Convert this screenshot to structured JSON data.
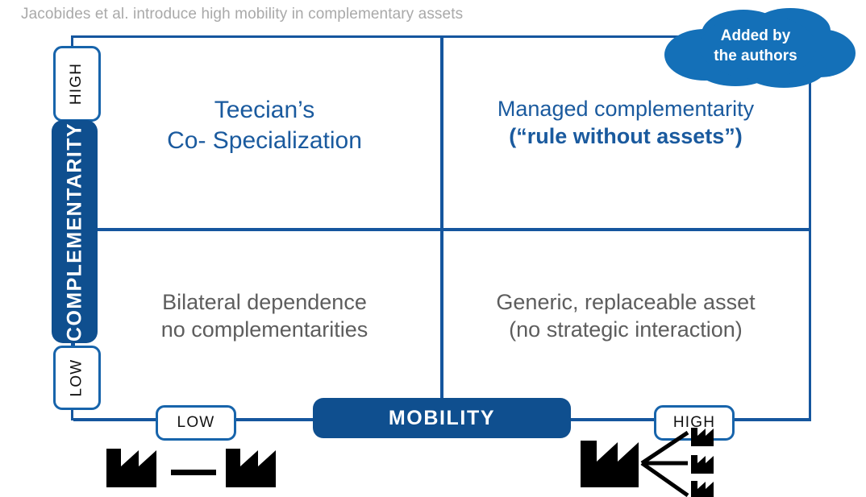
{
  "page": {
    "title": "Jacobides et al. introduce high mobility in complementary assets"
  },
  "colors": {
    "frame_blue": "#15569e",
    "pill_blue": "#1764ab",
    "fill_blue": "#0f4f8f",
    "cloud_blue": "#1470b8",
    "quad_text_blue": "#1a5a9e",
    "quad_text_gray": "#5d5d5d",
    "title_gray": "#a9a9a9",
    "icon_black": "#000000"
  },
  "axes": {
    "vertical": {
      "label": "COMPLEMENTARITY",
      "high_label": "HIGH",
      "low_label": "LOW"
    },
    "horizontal": {
      "label": "MOBILITY",
      "low_label": "LOW",
      "high_label": "HIGH"
    }
  },
  "quadrants": [
    {
      "position": "top-left",
      "line1": "Teecian’s",
      "line2": "Co- Specialization",
      "style": "blue"
    },
    {
      "position": "top-right",
      "line1": "Managed complementarity",
      "line2": "(“rule without assets”)",
      "style": "blue-bold-second"
    },
    {
      "position": "bottom-left",
      "line1": "Bilateral dependence",
      "line2": "no complementarities",
      "style": "gray"
    },
    {
      "position": "bottom-right",
      "line1": "Generic, replaceable asset",
      "line2": "(no strategic interaction)",
      "style": "gray"
    }
  ],
  "callout": {
    "line1": "Added by",
    "line2": "the authors",
    "shape": "cloud-icon"
  },
  "icons": {
    "factory_pair": "factory-pair-icon",
    "factory_fanout": "factory-fanout-icon",
    "small_factory_count": 3
  },
  "chart_data": {
    "type": "table",
    "title": "Jacobides et al. introduce high mobility in complementary assets",
    "xlabel": "MOBILITY",
    "ylabel": "COMPLEMENTARITY",
    "x_categories": [
      "LOW",
      "HIGH"
    ],
    "y_categories": [
      "HIGH",
      "LOW"
    ],
    "cells": [
      [
        "Teecian’s Co- Specialization",
        "Managed complementarity (“rule without assets”)"
      ],
      [
        "Bilateral dependence no complementarities",
        "Generic, replaceable asset (no strategic interaction)"
      ]
    ],
    "annotations": [
      "Added by the authors"
    ]
  }
}
